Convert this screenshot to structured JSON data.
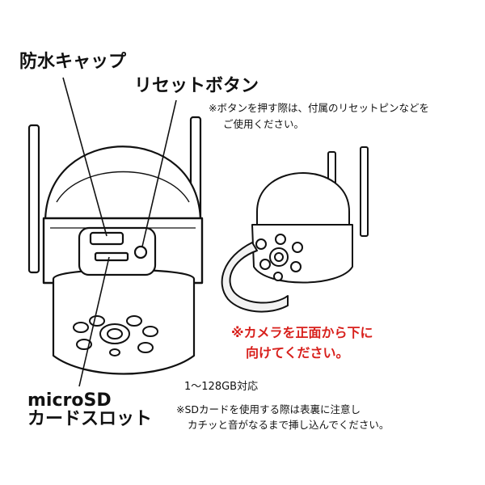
{
  "labels": {
    "waterproof_cap": "防水キャップ",
    "reset_button": "リセットボタン",
    "microsd_slot_line1": "microSD",
    "microsd_slot_line2": "カードスロット"
  },
  "notes": {
    "reset_line1": "※ボタンを押す際は、付属のリセットピンなどを",
    "reset_line2": "ご使用ください。",
    "warning_line1": "※カメラを正面から下に",
    "warning_line2": "向けてください。",
    "capacity": "1～128GB対応",
    "sd_line1": "※SDカードを使用する際は表裏に注意し",
    "sd_line2": "カチッと音がなるまで挿し込んでください。"
  },
  "colors": {
    "outline": "#111111",
    "warning_text": "#d8201c",
    "body_fill": "#ffffff",
    "strap_fill": "#f2f2f2"
  }
}
